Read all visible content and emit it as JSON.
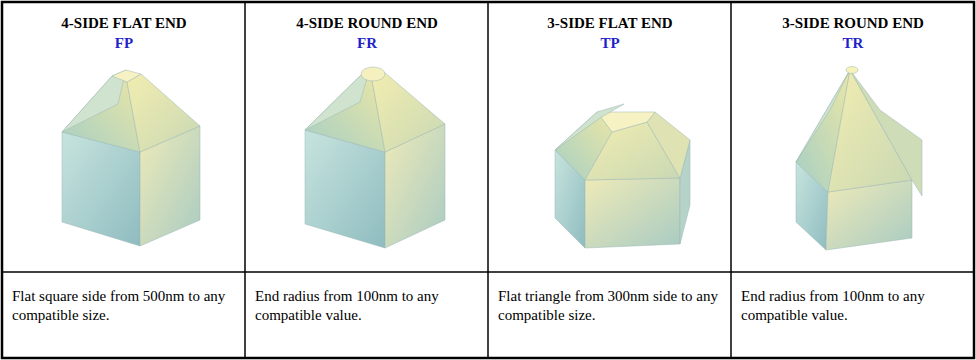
{
  "diagram": {
    "labels": [
      "4-SIDE FLAT END",
      "FP",
      "4-SIDE ROUND END",
      "FR",
      "3-SIDE FLAT END",
      "TP",
      "3-SIDE ROUND END",
      "TR",
      "Flat square side from 500nm to any compatible size.",
      "End radius from 100nm to any compatible value.",
      "Flat triangle from 300nm side to any compatible size.",
      "End radius from 100nm to any compatible value."
    ]
  }
}
